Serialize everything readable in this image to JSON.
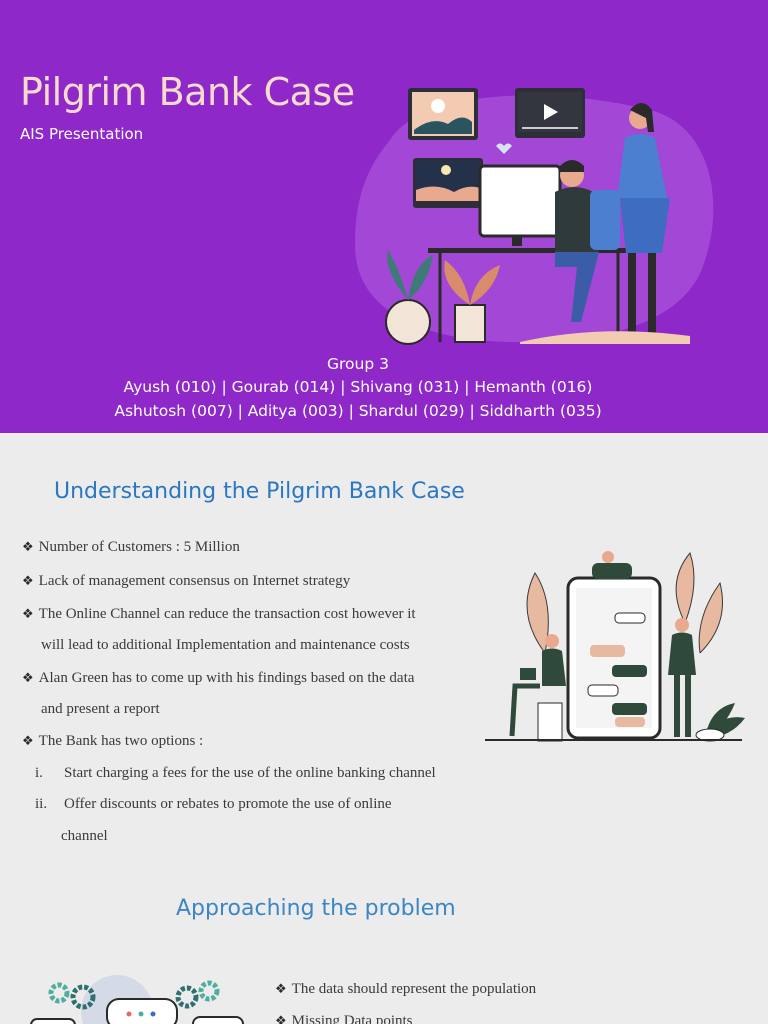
{
  "slide1": {
    "title": "Pilgrim Bank Case",
    "subtitle": "AIS Presentation",
    "group_heading": "Group 3",
    "members_line1": "Ayush (010) | Gourab (014) | Shivang (031) | Hemanth (016)",
    "members_line2": "Ashutosh (007) | Aditya (003) | Shardul (029) | Siddharth (035)",
    "illustration": "people-at-computer-illustration",
    "colors": {
      "background": "#8f28c9",
      "title": "#f7dccb",
      "text": "#ffffff"
    }
  },
  "slide2": {
    "title": "Understanding the Pilgrim Bank Case",
    "bullet_symbol": "❖",
    "bullets": [
      {
        "text": "Number of Customers : 5 Million"
      },
      {
        "text": "Lack of management consensus on Internet strategy"
      },
      {
        "text": "The Online Channel can reduce the transaction cost however it",
        "cont": "will lead to additional Implementation and maintenance costs"
      },
      {
        "text": "Alan Green has to come up with his findings  based on the data",
        "cont": "and present a report"
      },
      {
        "text": "The Bank has two options :"
      }
    ],
    "options": [
      {
        "num": "i.",
        "text": "Start charging a fees for the use of the online banking channel"
      },
      {
        "num": "ii.",
        "text": "Offer discounts or rebates to promote the use of online",
        "cont": "channel"
      }
    ],
    "illustration": "mobile-chat-illustration",
    "colors": {
      "title": "#2a78c2"
    }
  },
  "slide3": {
    "title": "Approaching the problem",
    "bullets": [
      {
        "text": "The data should represent the population"
      },
      {
        "text": "Missing Data points"
      }
    ],
    "illustration": "gears-chat-illustration",
    "colors": {
      "title": "#3d86c6"
    }
  }
}
